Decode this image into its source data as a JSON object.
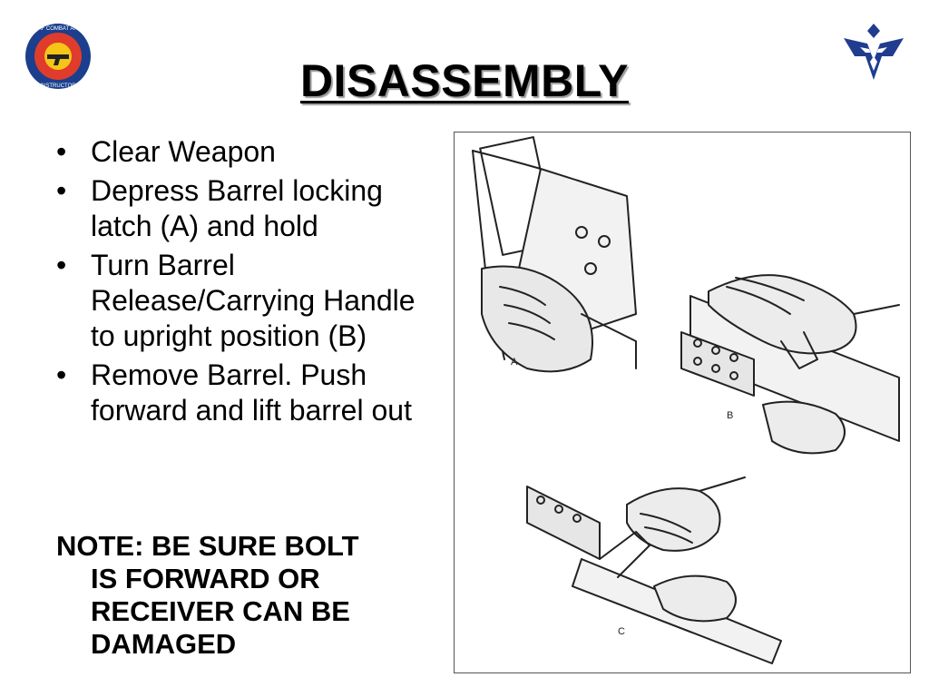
{
  "logos": {
    "left_text_top": "USAF COMBAT ARMS",
    "left_text_bottom": "INSTRUCTOR",
    "colors": {
      "left_outer": "#1b3f8c",
      "left_inner": "#e03c2b",
      "left_center": "#f5c518",
      "right_wings": "#1f3c8f"
    }
  },
  "title": "DISASSEMBLY",
  "bullets": [
    {
      "marker": "•",
      "text": "Clear Weapon"
    },
    {
      "marker": "•",
      "text": "Depress Barrel locking latch (A) and hold"
    },
    {
      "marker": "•",
      "text": "Turn Barrel Release/Carrying Handle to upright position (B)"
    },
    {
      "marker": "•",
      "text": "Remove Barrel.  Push forward and lift barrel out"
    }
  ],
  "note": {
    "first_line": "NOTE:  BE SURE BOLT",
    "rest": "IS FORWARD OR RECEIVER CAN BE DAMAGED"
  },
  "figure": {
    "labels": {
      "a": "A",
      "b": "B",
      "c": "C"
    }
  }
}
